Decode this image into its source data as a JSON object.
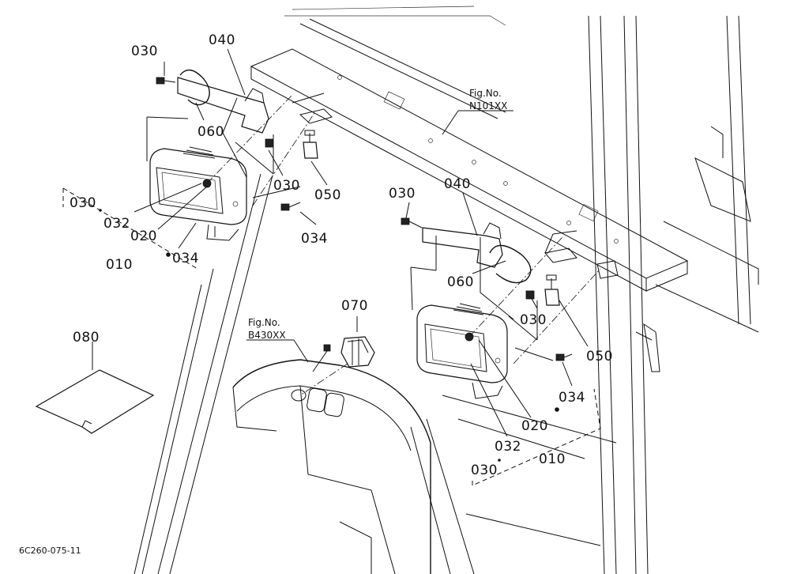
{
  "labels": {
    "c030_a": "030",
    "c040_a": "040",
    "c060_a": "060",
    "c030_b": "030",
    "c050_a": "050",
    "c034_a": "034",
    "c030_kit_a": "030",
    "c032_a": "032",
    "c020_a": "020",
    "c034_kit_a": "034",
    "c010_a": "010",
    "c030_c": "030",
    "c040_b": "040",
    "c060_b": "060",
    "c030_d": "030",
    "c050_b": "050",
    "c034_b": "034",
    "c020_b": "020",
    "c032_b": "032",
    "c010_b": "010",
    "c030_kit_b": "030",
    "c070": "070",
    "c080": "080"
  },
  "refs": {
    "n101_fig": "Fig.No.",
    "n101_code": "N101XX",
    "b430_fig": "Fig.No.",
    "b430_code": "B430XX"
  },
  "drawing_code": "6C260-075-11"
}
